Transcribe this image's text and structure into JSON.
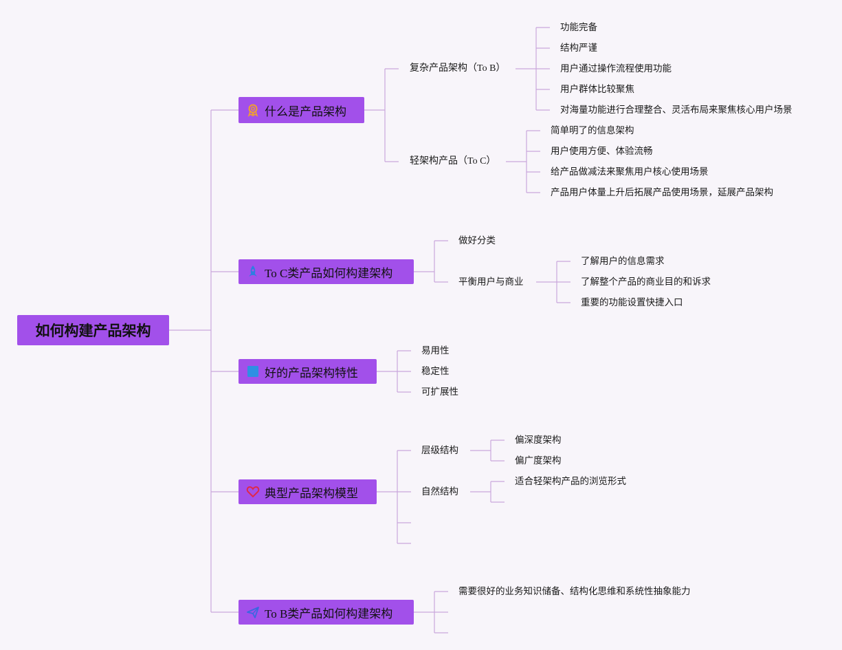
{
  "root": {
    "label": "如何构建产品架构"
  },
  "branches": [
    {
      "label": "什么是产品架构",
      "icon": "award-ribbon-icon",
      "children": [
        {
          "label": "复杂产品架构（To B）",
          "children": [
            "功能完备",
            "结构严谨",
            "用户通过操作流程使用功能",
            "用户群体比较聚焦",
            "对海量功能进行合理整合、灵活布局来聚焦核心用户场景"
          ]
        },
        {
          "label": "轻架构产品（To C）",
          "children": [
            "简单明了的信息架构",
            "用户使用方便、体验流畅",
            "给产品做减法来聚焦用户核心使用场景",
            "产品用户体量上升后拓展产品使用场景，延展产品架构"
          ]
        }
      ]
    },
    {
      "label": "To C类产品如何构建架构",
      "icon": "rocket-icon",
      "children": [
        {
          "label": "做好分类",
          "children": []
        },
        {
          "label": "平衡用户与商业",
          "children": [
            "了解用户的信息需求",
            "了解整个产品的商业目的和诉求",
            "重要的功能设置快捷入口"
          ]
        }
      ]
    },
    {
      "label": "好的产品架构特性",
      "icon": "blue-square-icon",
      "children": [
        {
          "label": "易用性",
          "children": []
        },
        {
          "label": "稳定性",
          "children": []
        },
        {
          "label": "可扩展性",
          "children": []
        }
      ]
    },
    {
      "label": "典型产品架构模型",
      "icon": "heart-icon",
      "children": [
        {
          "label": "层级结构",
          "children": [
            "偏深度架构",
            "偏广度架构"
          ]
        },
        {
          "label": "自然结构",
          "children": [
            "适合轻架构产品的浏览形式",
            ""
          ]
        },
        {
          "label": "",
          "children": []
        },
        {
          "label": "",
          "children": []
        }
      ]
    },
    {
      "label": "To B类产品如何构建架构",
      "icon": "send-arrow-icon",
      "children": [
        {
          "label": "需要很好的业务知识储备、结构化思维和系统性抽象能力",
          "children": []
        },
        {
          "label": "",
          "children": []
        },
        {
          "label": "",
          "children": []
        }
      ]
    }
  ],
  "colors": {
    "node_fill": "#a250ea",
    "line": "#c9a6dc",
    "background": "#f8f5fa"
  }
}
